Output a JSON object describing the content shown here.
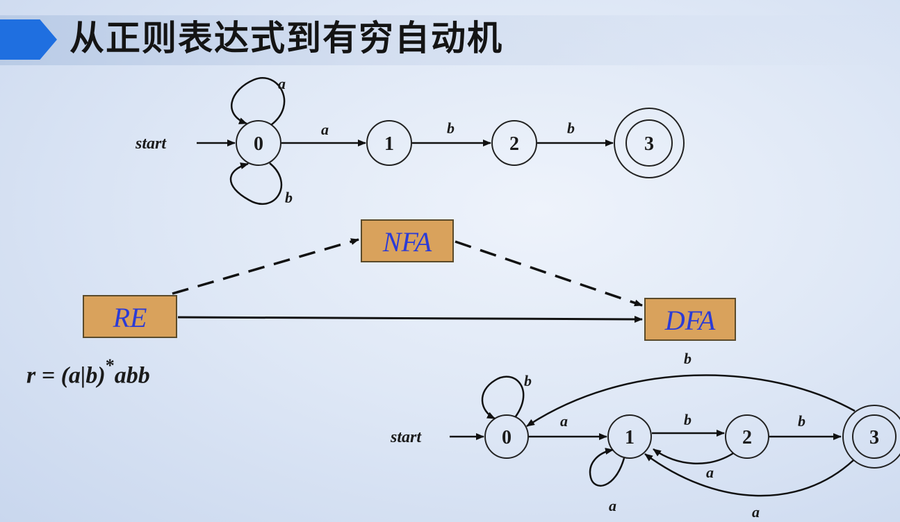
{
  "title": "从正则表达式到有穷自动机",
  "nfa_top": {
    "start_label": "start",
    "states": [
      "0",
      "1",
      "2",
      "3"
    ],
    "loop_a": "a",
    "loop_b": "b",
    "edge_0_1": "a",
    "edge_1_2": "b",
    "edge_2_3": "b"
  },
  "pipeline": {
    "re": "RE",
    "nfa": "NFA",
    "dfa": "DFA"
  },
  "expression": {
    "prefix": "r = (a|b)",
    "star": "*",
    "suffix": "abb"
  },
  "dfa_bottom": {
    "start_label": "start",
    "states": [
      "0",
      "1",
      "2",
      "3"
    ],
    "loop0": "b",
    "loop1": "a",
    "edge_0_1": "a",
    "edge_1_2": "b",
    "edge_2_3": "b",
    "edge_2_1": "a",
    "edge_3_1": "a",
    "edge_3_0": "b"
  },
  "colors": {
    "accent": "#1f6fe0",
    "box_fill": "#d9a25c",
    "box_text": "#2b3bd6"
  }
}
